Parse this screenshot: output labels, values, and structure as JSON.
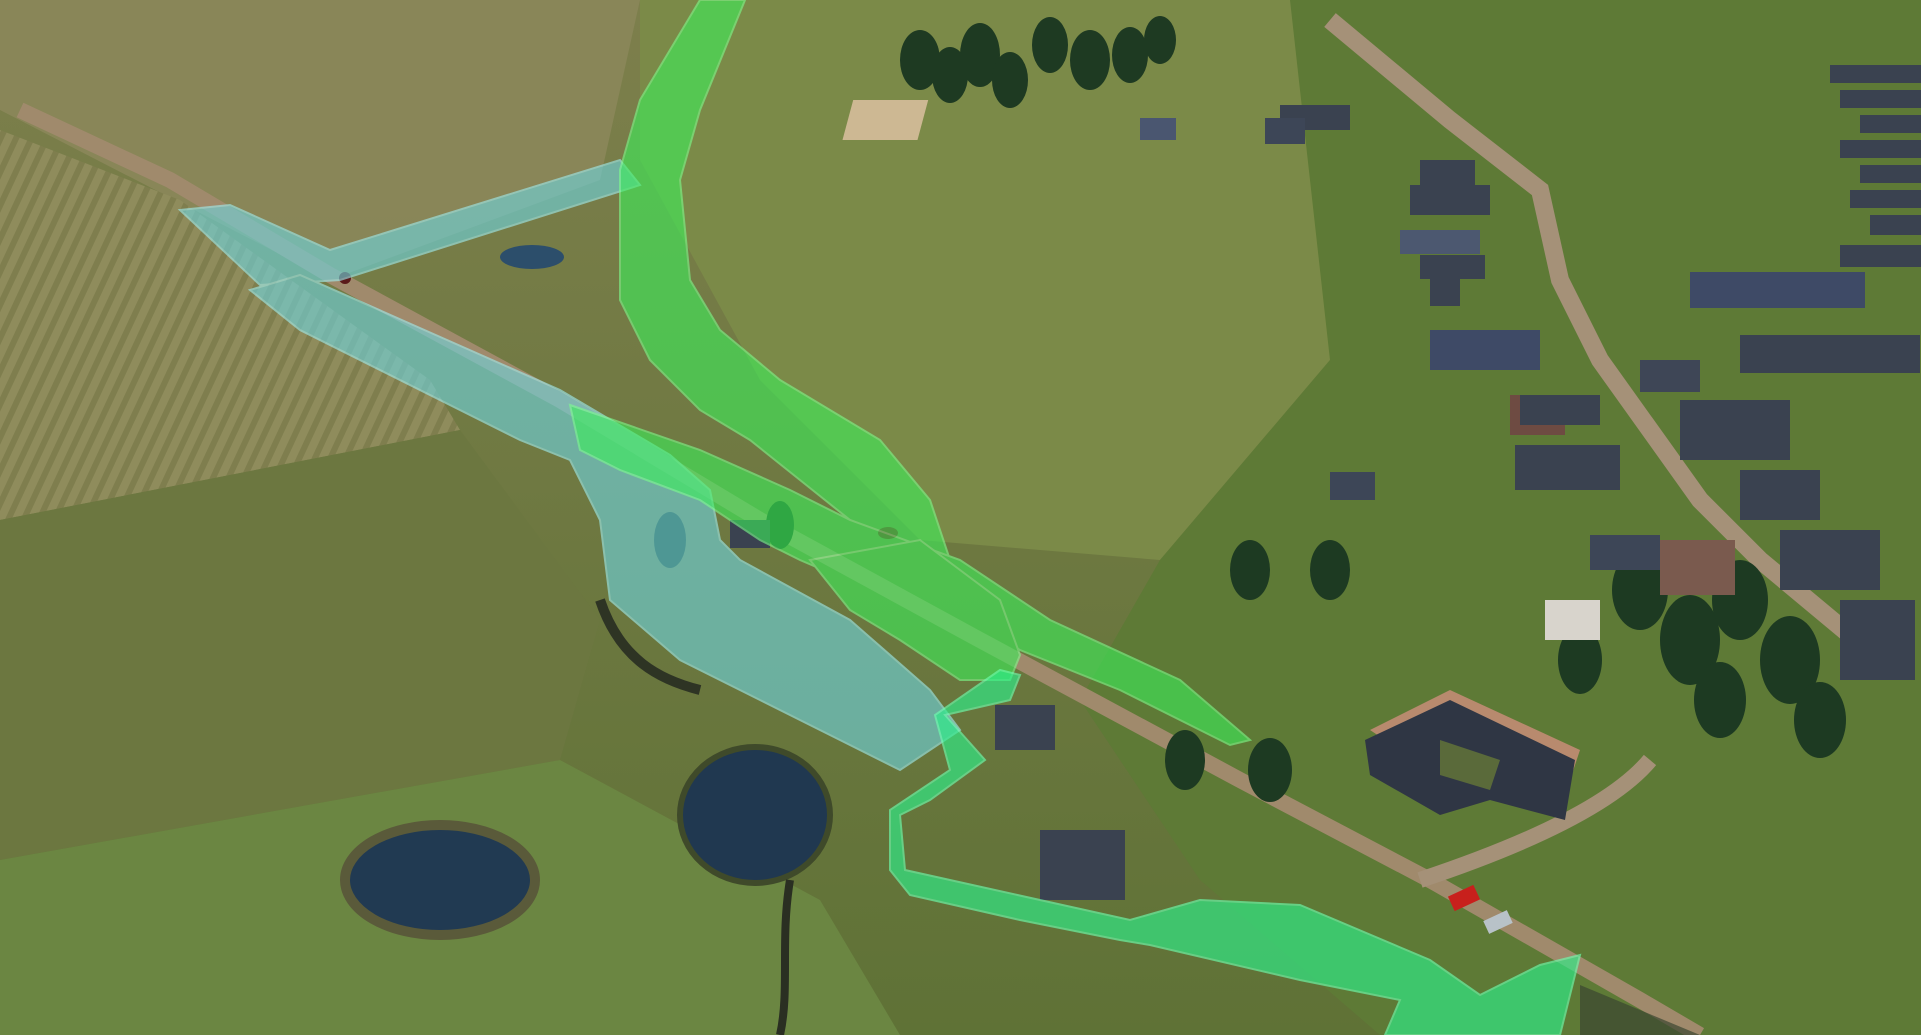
{
  "scene": {
    "type": "3D aerial terrain view",
    "colors": {
      "field_dark": "#6b7340",
      "field_light": "#8e8b58",
      "grass": "#6f8a3e",
      "water": "#1f3b52",
      "road": "#a38a6e",
      "roof": "#3a4250",
      "roof_brown": "#6e4b42",
      "tree": "#1f3a22",
      "cyan_corridor": "#6fd6e0",
      "green_corridor": "#3cf05a",
      "bright_green_corridor": "#2ef08a"
    }
  },
  "overlays": {
    "items": [
      {
        "name": "cyan-route-corridor",
        "color": "#6fd6e0"
      },
      {
        "name": "green-route-corridor",
        "color": "#3cf05a"
      },
      {
        "name": "lower-green-route-corridor",
        "color": "#2ef08a"
      }
    ]
  }
}
